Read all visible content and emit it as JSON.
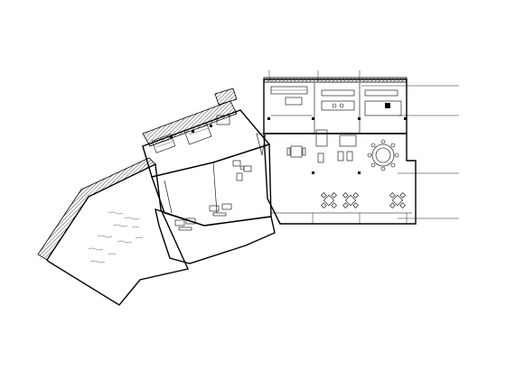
{
  "drawing": {
    "type": "architectural floor plan",
    "style": "black line drawing on white",
    "rooms": [
      {
        "id": "west-terrace",
        "label": ""
      },
      {
        "id": "stair-lobby",
        "label": ""
      },
      {
        "id": "central-hall",
        "label": ""
      },
      {
        "id": "lounge-wing",
        "label": ""
      },
      {
        "id": "dining-hall",
        "label": ""
      },
      {
        "id": "service-strip",
        "label": ""
      }
    ],
    "furniture": [
      "sofa-set",
      "lounge-chairs",
      "dining-table-set",
      "round-banquet-table",
      "square-table-sets",
      "bar-counter"
    ]
  }
}
